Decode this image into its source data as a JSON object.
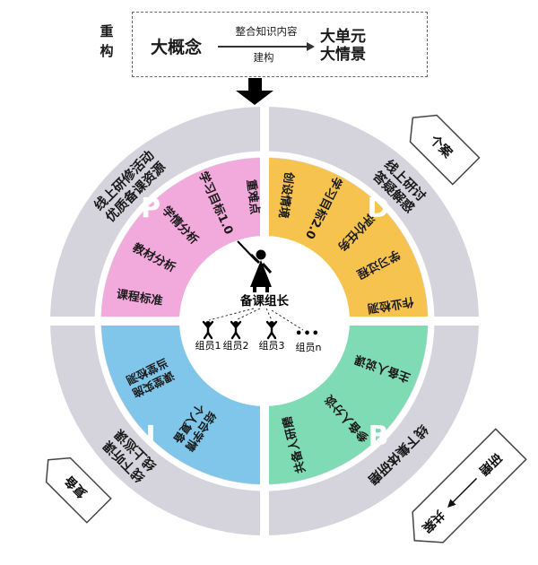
{
  "header": {
    "side_label": "重构",
    "flow": {
      "source": "大概念",
      "arrow_label_top": "整合知识内容",
      "arrow_label_bottom": "建构",
      "target_line1": "大单元",
      "target_line2": "大情景"
    }
  },
  "quadrants": [
    {
      "letter": "P",
      "color": "#F2A9DC",
      "ring_line1": "线上研修活动",
      "ring_line2": "优质备课资源",
      "items": [
        "课程标准",
        "教材分析",
        "学情分析",
        "学习目标1.0",
        "重难点"
      ]
    },
    {
      "letter": "D",
      "color": "#F6C44E",
      "ring_line1": "线上研讨",
      "ring_line2": "答疑解惑",
      "items": [
        "创设情境",
        "学习目标2.0",
        "评价任务",
        "学习过程",
        "作业检测"
      ]
    },
    {
      "letter": "B",
      "color": "#7FDBB3",
      "ring_line1": "线下集体研磨",
      "ring_line2": "",
      "items": [
        "主备人说课",
        "参备人分谈",
        "共备人研磨"
      ]
    },
    {
      "letter": "I",
      "color": "#7FC6EA",
      "ring_line1": "线下听课",
      "ring_line2": "线上巡课",
      "items_2line": [
        {
          "line1": "结合学情",
          "line2": "个人复备"
        },
        {
          "line1": "课堂实施",
          "line2": "当堂检测"
        }
      ]
    }
  ],
  "banners": {
    "top_right": "个案",
    "bottom_right_from": "研磨",
    "bottom_right_to": "共案",
    "bottom_left": "复备"
  },
  "center": {
    "leader": "备课组长",
    "members": [
      "组员1",
      "组员2",
      "组员3"
    ],
    "ellipsis": "•••",
    "member_n": "组员n"
  },
  "colors": {
    "ring_gray": "#D5D4DD"
  }
}
